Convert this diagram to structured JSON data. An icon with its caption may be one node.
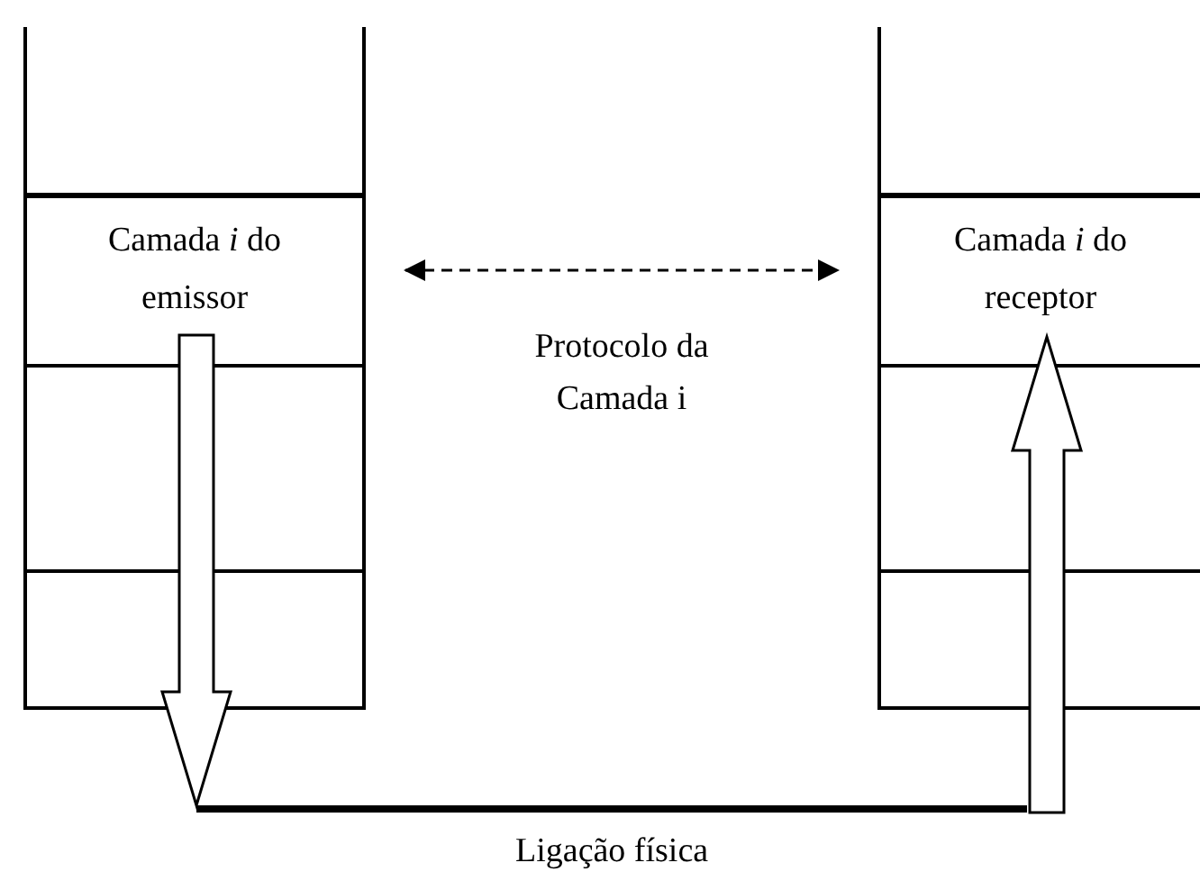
{
  "diagram": {
    "nodes": [
      {
        "text": [],
        "shape": "box"
      },
      {
        "text": [
          "Camada *i* do emissor"
        ]
      },
      {
        "text": [],
        "shape": "box"
      },
      {
        "text": [],
        "shape": "box"
      },
      {
        "text": [],
        "shape": "box"
      },
      {
        "text": [
          "Camada *i* do receptor"
        ]
      },
      {
        "text": [],
        "shape": "box"
      },
      {
        "text": [],
        "shape": "box"
      },
      {
        "text": [],
        "shape": "bar",
        "beside": [
          "Ligação física"
        ]
      }
    ],
    "edges": [
      {
        "from": 1,
        "to": 5,
        "arrow": "both",
        "style": "dashed",
        "label": "Protocolo da Camada i"
      },
      {
        "from": 1,
        "to": 8,
        "arrow": "to"
      },
      {
        "from": 8,
        "to": 5,
        "arrow": "to"
      }
    ]
  }
}
